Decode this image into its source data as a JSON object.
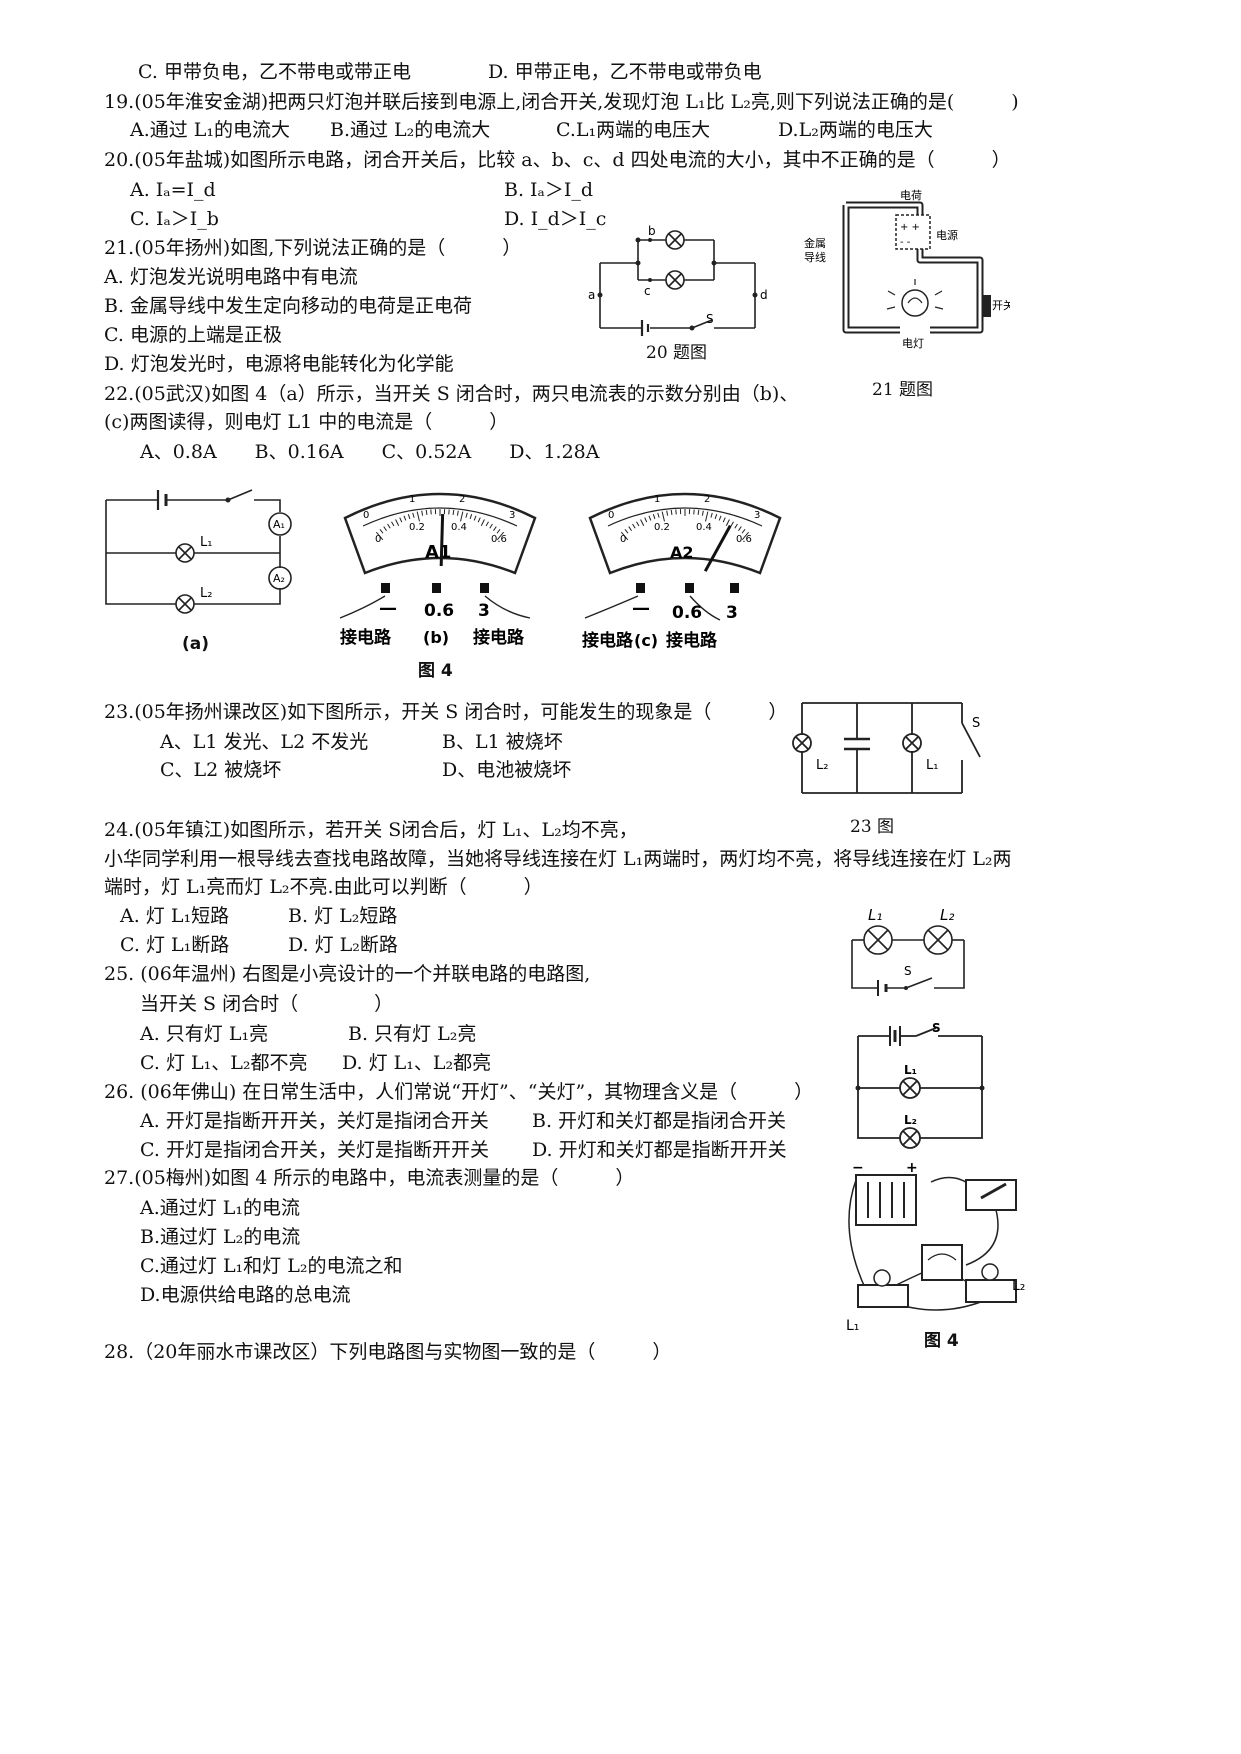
{
  "lines": {
    "l01": "C. 甲带负电，乙不带电或带正电",
    "l02": "D. 甲带正电，乙不带电或带负电",
    "q19": "19.(05年淮安金湖)把两只灯泡并联后接到电源上,闭合开关,发现灯泡 L₁比 L₂亮,则下列说法正确的是(　　　)",
    "q19a": "A.通过 L₁的电流大",
    "q19b": "B.通过 L₂的电流大",
    "q19c": "C.L₁两端的电压大",
    "q19d": "D.L₂两端的电压大",
    "q20": "20.(05年盐城)如图所示电路，闭合开关后，比较 a、b、c、d 四处电流的大小，其中不正确的是（　　　）",
    "q20a": "A. Iₐ=I_d",
    "q20b": "B. Iₐ＞I_d",
    "q20c": "C. Iₐ＞I_b",
    "q20d": "D. I_d＞I_c",
    "q21": "21.(05年扬州)如图,下列说法正确的是（　　　）",
    "q21a": "A. 灯泡发光说明电路中有电流",
    "q21b": "B. 金属导线中发生定向移动的电荷是正电荷",
    "q21c": "C. 电源的上端是正极",
    "q21d": "D. 灯泡发光时，电源将电能转化为化学能",
    "q22": "22.(05武汉)如图 4（a）所示，当开关 S 闭合时，两只电流表的示数分别由（b)、",
    "q22b": "(c)两图读得，则电灯 L1 中的电流是（　　　）",
    "q22opts": "A、0.8A　　B、0.16A　　C、0.52A　　D、1.28A",
    "q23": "23.(05年扬州课改区)如下图所示，开关 S 闭合时，可能发生的现象是（　　　）",
    "q23a": "A、L1 发光、L2 不发光",
    "q23b": "B、L1 被烧坏",
    "q23c": "C、L2 被烧坏",
    "q23d": "D、电池被烧坏",
    "q24": "24.(05年镇江)如图所示，若开关 S闭合后，灯 L₁、L₂均不亮，",
    "q24b": "小华同学利用一根导线去查找电路故障，当她将导线连接在灯 L₁两端时，两灯均不亮，将导线连接在灯 L₂两",
    "q24c": "端时，灯 L₁亮而灯 L₂不亮.由此可以判断（　　　）",
    "q24a1": "A. 灯 L₁短路",
    "q24a2": "B. 灯 L₂短路",
    "q24a3": "C. 灯 L₁断路",
    "q24a4": "D. 灯 L₂断路",
    "q25": "25. (06年温州) 右图是小亮设计的一个并联电路的电路图,",
    "q25b": "当开关 S 闭合时（　　　　）",
    "q25a1": "A. 只有灯 L₁亮",
    "q25a2": "B. 只有灯 L₂亮",
    "q25a3": "C. 灯 L₁、L₂都不亮",
    "q25a4": "D. 灯 L₁、L₂都亮",
    "q26": "26. (06年佛山) 在日常生活中，人们常说“开灯”、“关灯”，其物理含义是（　　　）",
    "q26a": "A. 开灯是指断开开关，关灯是指闭合开关",
    "q26b": "B. 开灯和关灯都是指闭合开关",
    "q26c": "C. 开灯是指闭合开关，关灯是指断开开关",
    "q26d": "D. 开灯和关灯都是指断开开关",
    "q27": "27.(05梅州)如图 4 所示的电路中，电流表测量的是（　　　）",
    "q27a": "A.通过灯 L₁的电流",
    "q27b": "B.通过灯 L₂的电流",
    "q27c": "C.通过灯 L₁和灯 L₂的电流之和",
    "q27d": "D.电源供给电路的总电流",
    "q28": "28.（20年丽水市课改区）下列电路图与实物图一致的是（　　　）"
  },
  "captions": {
    "fig20": "20 题图",
    "fig21": "21 题图",
    "fig23": "23 图",
    "fig4_group": "图 4",
    "fig4_a": "(a)",
    "fig27": "图 4"
  },
  "labels": {
    "a": "a",
    "b": "b",
    "c": "c",
    "d": "d",
    "s": "S",
    "charge": "电荷",
    "source": "电源",
    "metal": "金属",
    "wire": "导线",
    "switch": "开关",
    "lamp": "电灯",
    "L1": "L₁",
    "L2": "L₂",
    "A1": "A₁",
    "A2": "A₂",
    "meterA1": "A1",
    "meterA2": "A2",
    "neg": "—",
    "r06": "0.6",
    "r3": "3",
    "connect": "接电路",
    "b_tag": "(b)",
    "c_tag": "(c)",
    "plus": "+",
    "minus": "−",
    "scale_top": [
      "0",
      "1",
      "2",
      "3"
    ],
    "scale_bottom": [
      "0",
      "0.2",
      "0.4",
      "0.6"
    ]
  },
  "meters": {
    "b_needle_fraction": 0.52,
    "c_needle_fraction": 0.86
  }
}
